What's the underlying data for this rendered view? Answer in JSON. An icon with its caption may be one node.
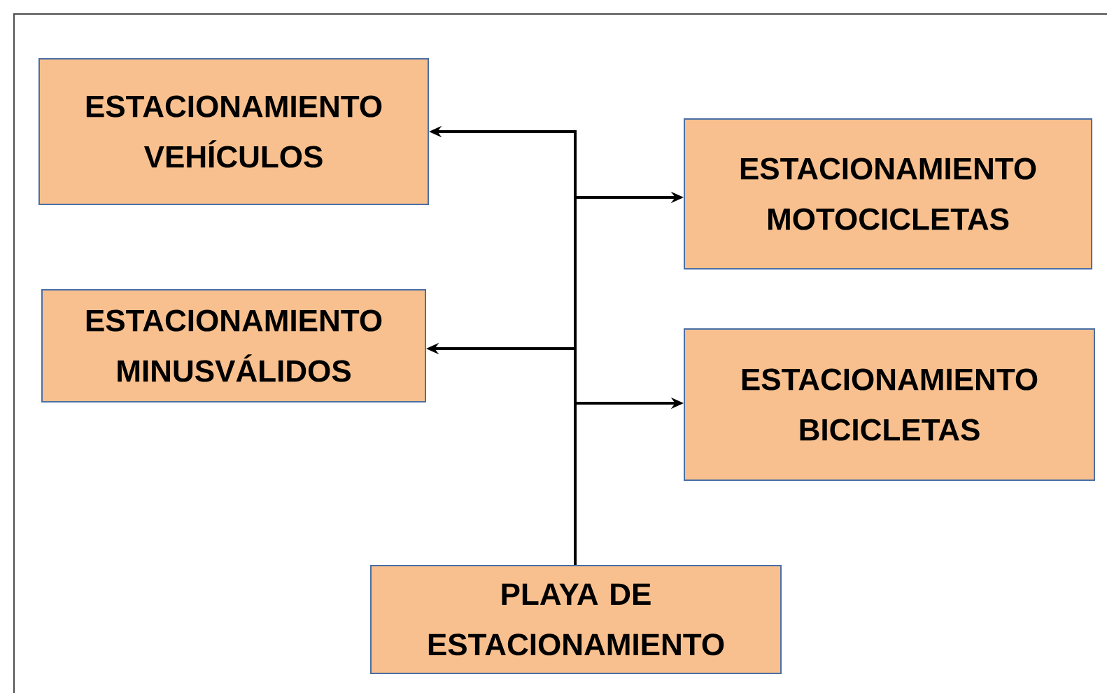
{
  "diagram": {
    "nodes": [
      {
        "text": [
          "ESTACIONAMIENTO VEHÍCULOS"
        ]
      },
      {
        "text": [
          "ESTACIONAMIENTO MOTOCICLETAS"
        ]
      },
      {
        "text": [
          "ESTACIONAMIENTO MINUSVÁLIDOS"
        ]
      },
      {
        "text": [
          "ESTACIONAMIENTO BICICLETAS"
        ]
      },
      {
        "text": [
          "PLAYA DE ESTACIONAMIENTO"
        ]
      }
    ],
    "edges": [
      {
        "from": 4,
        "to": 0,
        "arrow": "to"
      },
      {
        "from": 4,
        "to": 1,
        "arrow": "to"
      },
      {
        "from": 4,
        "to": 2,
        "arrow": "to"
      },
      {
        "from": 4,
        "to": 3,
        "arrow": "to"
      }
    ]
  }
}
